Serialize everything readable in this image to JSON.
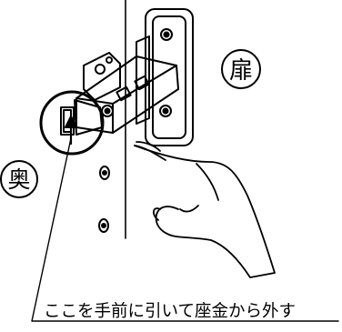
{
  "labels": {
    "door": "扉",
    "back": "奥",
    "instruction": "ここを手前に引いて座金から外す"
  },
  "colors": {
    "line": "#000000",
    "background": "#ffffff"
  }
}
